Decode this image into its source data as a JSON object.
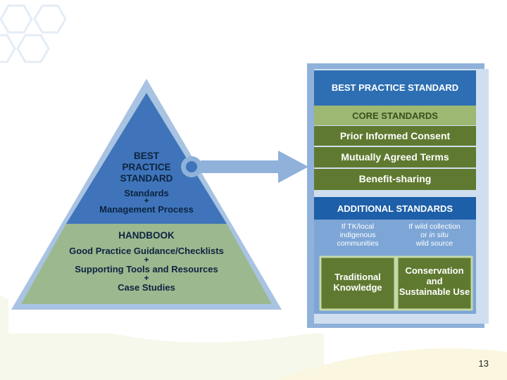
{
  "colors": {
    "pyramid_top": "#3f74ba",
    "pyramid_bottom": "#9cb88f",
    "pyramid_outline": "#a9c3e2",
    "arrow": "#8fb1da",
    "panel_frame": "#8fb1da",
    "panel_blue": "#2e6fb3",
    "panel_olive": "#5f7a30",
    "panel_olive_light": "#9cb872",
    "panel_additional": "#1d5fa8",
    "page_number": "#222222"
  },
  "pyramid": {
    "top_title": "BEST\nPRACTICE\nSTANDARD",
    "top_line1": "Standards",
    "top_plus": "+",
    "top_line2": "Management Process",
    "bottom_title": "HANDBOOK",
    "bottom_line1": "Good Practice Guidance/Checklists",
    "bottom_plus1": "+",
    "bottom_line2": "Supporting Tools and Resources",
    "bottom_plus2": "+",
    "bottom_line3": "Case Studies"
  },
  "panel": {
    "header": "BEST PRACTICE STANDARD",
    "core_title": "CORE STANDARDS",
    "core_items": [
      "Prior Informed Consent",
      "Mutually Agreed Terms",
      "Benefit-sharing"
    ],
    "additional_title": "ADDITIONAL STANDARDS",
    "condition_left": "If TK/local\nindigenous\ncommunities",
    "condition_right_line1": "If wild collection",
    "condition_right_or": "or ",
    "condition_right_insitu": "in situ",
    "condition_right_line3": "wild source",
    "box_left": "Traditional\nKnowledge",
    "box_right": "Conservation\nand\nSustainable Use"
  },
  "page_number": "13"
}
